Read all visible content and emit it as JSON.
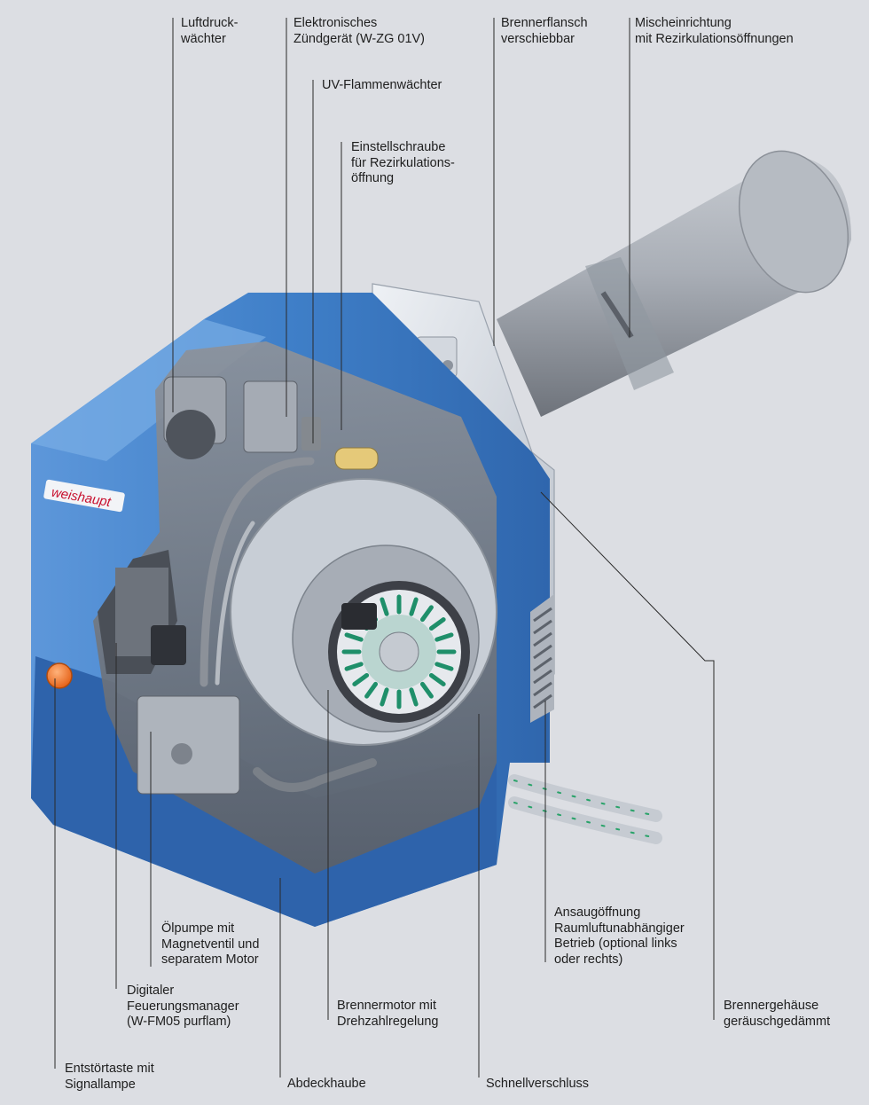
{
  "brand_logo": "weishaupt",
  "colors": {
    "background": "#dcdee3",
    "housing_blue": "#3f7fc8",
    "housing_light": "#d7dde6",
    "tube_grey": "#9ea3ab",
    "leader_line": "#2a2a2a",
    "signal_lamp": "#ee6a1c",
    "fan_green": "#1f8f6a"
  },
  "labels": {
    "luftdruck": "Luftdruck-\nwächter",
    "zuendgeraet": "Elektronisches\nZündgerät (W-ZG 01V)",
    "uv": "UV-Flammenwächter",
    "einstell": "Einstellschraube\nfür Rezirkulations-\nöffnung",
    "flansch": "Brennerflansch\nverschiebbar",
    "misch": "Mischeinrichtung\nmit Rezirkulationsöffnungen",
    "oelpumpe": "Ölpumpe mit\nMagnetventil und\nseparatem Motor",
    "digital": "Digitaler\nFeuerungsmanager\n(W-FM05 purflam)",
    "entstoer": "Entstörtaste mit\nSignallampe",
    "abdeck": "Abdeckhaube",
    "brennermotor": "Brennermotor mit\nDrehzahlregelung",
    "schnell": "Schnellverschluss",
    "ansaug": "Ansaugöffnung\nRaumluftunabhängiger\nBetrieb (optional links\noder rechts)",
    "gehaeuse": "Brennergehäuse\ngeräuschgedämmt"
  }
}
